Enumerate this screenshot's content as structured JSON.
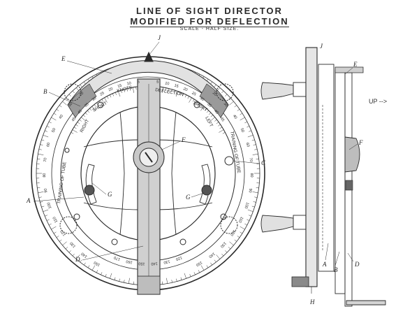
{
  "title_line1": "LINE OF SIGHT DIRECTOR",
  "title_line2": "MODIFIED FOR DEFLECTION",
  "scale_note": "SCALE - HALF SIZE.",
  "dial_words": {
    "knots": "KNOTS",
    "deflection": "DEFLECTION",
    "short_left": "SHORT",
    "short_right": "SHORT",
    "right": "RIGHT",
    "left": "LEFT",
    "training_left": "TRAINING OF TUBE",
    "training_right": "TRAINING OF TUBE"
  },
  "labels": {
    "A": "A",
    "B": "B",
    "C": "C",
    "D": "D",
    "E": "E",
    "F": "F",
    "G1": "G",
    "G2": "G",
    "J": "J",
    "side_J": "J",
    "side_E": "E",
    "side_F": "F",
    "side_A": "A",
    "side_B": "B",
    "side_D": "D",
    "side_H": "H"
  },
  "up_note": "UP -->",
  "top_scale_numbers": [
    "5",
    "10",
    "15",
    "20",
    "25",
    "30",
    "35",
    "40",
    "45"
  ],
  "ring_numbers_right": [
    "20",
    "30",
    "40",
    "50",
    "60",
    "70",
    "80",
    "90",
    "100",
    "110",
    "120",
    "130",
    "140",
    "150"
  ],
  "ring_numbers_left": [
    "20",
    "30",
    "40",
    "50",
    "60",
    "70",
    "80",
    "90",
    "100",
    "110",
    "120",
    "130",
    "140",
    "150"
  ],
  "bottom_numbers": [
    "170",
    "160",
    "150",
    "140",
    "130",
    "120"
  ],
  "colors": {
    "ink": "#2a2a2a",
    "shade": "#9a9a9a",
    "paper": "#ffffff"
  }
}
